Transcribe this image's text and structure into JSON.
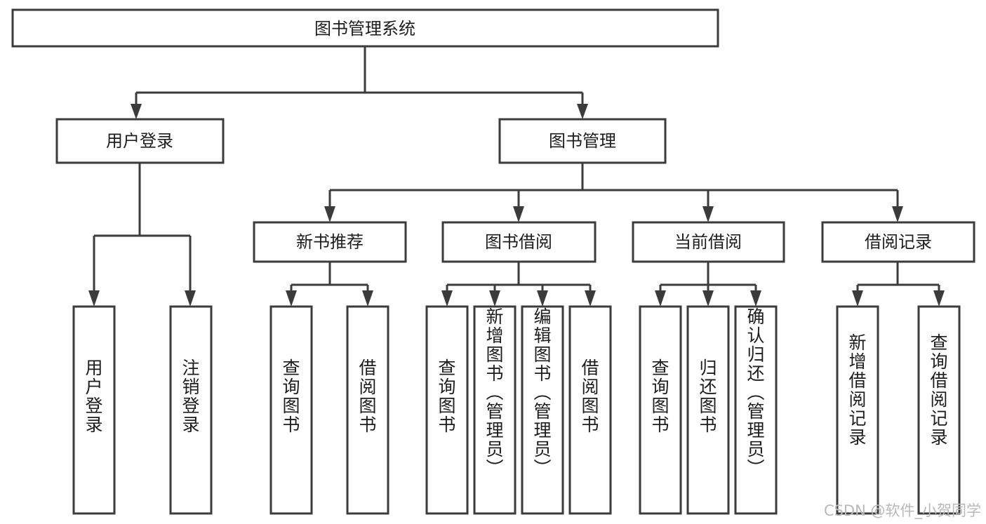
{
  "diagram": {
    "title": "图书管理系统",
    "type": "tree-hierarchy-chart",
    "root": {
      "label": "图书管理系统"
    },
    "level2": [
      {
        "label": "用户登录"
      },
      {
        "label": "图书管理"
      }
    ],
    "level3": [
      {
        "label": "新书推荐"
      },
      {
        "label": "图书借阅"
      },
      {
        "label": "当前借阅"
      },
      {
        "label": "借阅记录"
      }
    ],
    "leaves": {
      "user_login": [
        {
          "label": "用户登录"
        },
        {
          "label": "注销登录"
        }
      ],
      "new_book_recommend": [
        {
          "label": "查询图书"
        },
        {
          "label": "借阅图书"
        }
      ],
      "book_borrow": [
        {
          "label": "查询图书"
        },
        {
          "label": "新增图书（管理员）"
        },
        {
          "label": "编辑图书（管理员）"
        },
        {
          "label": "借阅图书"
        }
      ],
      "current_borrow": [
        {
          "label": "查询图书"
        },
        {
          "label": "归还图书"
        },
        {
          "label": "确认归还（管理员）"
        }
      ],
      "borrow_records": [
        {
          "label": "新增借阅记录"
        },
        {
          "label": "查询借阅记录"
        }
      ]
    }
  },
  "watermark": {
    "text": "CSDN @软件_小贺同学"
  },
  "colors": {
    "stroke": "#3b3b3b",
    "fill": "#ffffff",
    "text": "#1d1d1d",
    "watermark": "#b9b9b9"
  }
}
